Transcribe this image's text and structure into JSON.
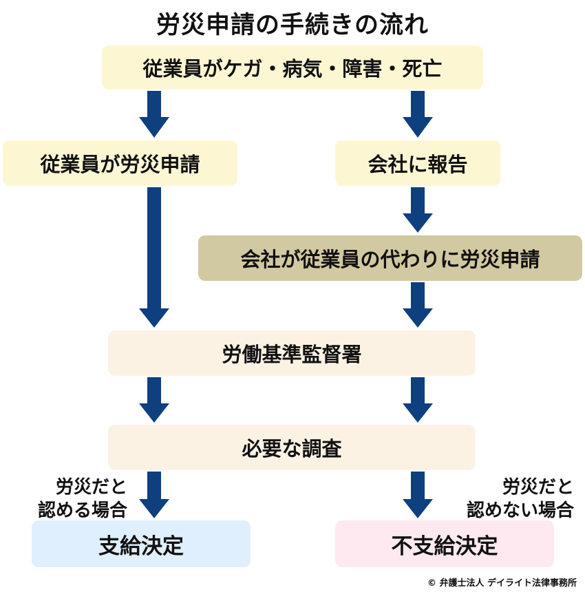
{
  "title": "労災申請の手続きの流れ",
  "nodes": {
    "top": "従業員がケガ・病気・障害・死亡",
    "employee_apply": "従業員が労災申請",
    "report_company": "会社に報告",
    "company_apply": "会社が従業員の代わりに労災申請",
    "labor_office": "労働基準監督署",
    "investigation": "必要な調査",
    "payment": "支給決定",
    "no_payment": "不支給決定"
  },
  "labels": {
    "approved_line1": "労災だと",
    "approved_line2": "認める場合",
    "denied_line1": "労災だと",
    "denied_line2": "認めない場合"
  },
  "copyright": "© 弁護士法人 デイライト法律事務所",
  "colors": {
    "arrow": "#0e3f7e",
    "yellow_box": "#fdf6d3",
    "tan_box": "#d1c9a1",
    "cream_box": "#fcf2e4",
    "blue_box": "#dfeffd",
    "pink_box": "#fde9ef"
  }
}
